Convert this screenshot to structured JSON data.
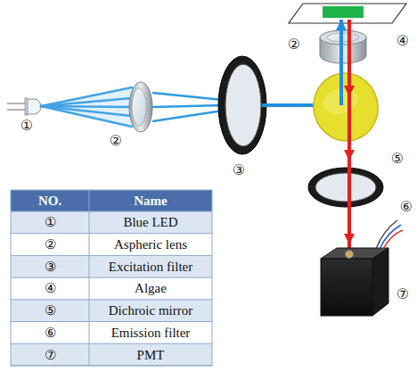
{
  "diagram": {
    "labels": [
      "①",
      "②",
      "③",
      "②",
      "④",
      "⑤",
      "⑥",
      "⑦",
      "NO.",
      "Name",
      "①",
      "Blue LED",
      "②",
      "Aspheric lens",
      "③",
      "Excitation filter",
      "④",
      "Algae",
      "⑤",
      "Dichroic mirror",
      "⑥",
      "Emission filter",
      "⑦",
      "PMT"
    ]
  }
}
